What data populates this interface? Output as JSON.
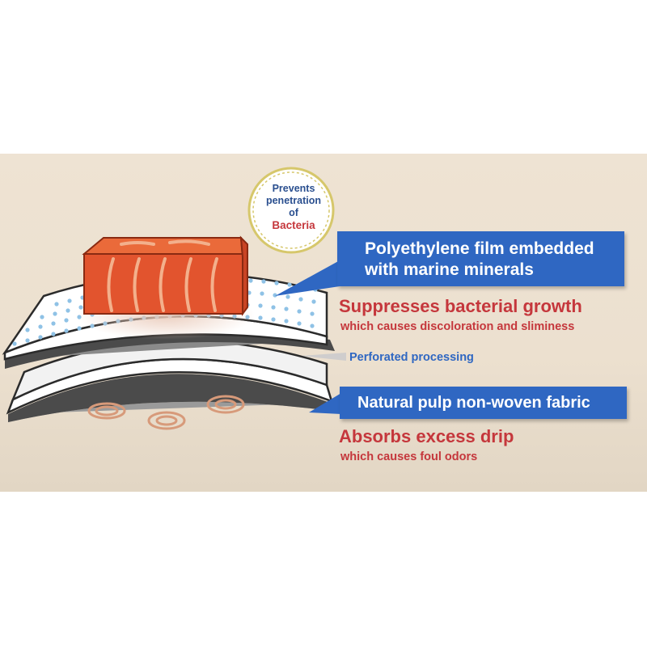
{
  "badge": {
    "line1": "Prevents",
    "line2": "penetration",
    "line3": "of",
    "line4": "Bacteria"
  },
  "film": {
    "callout_line1": "Polyethylene film embedded",
    "callout_line2": "with marine minerals",
    "headline": "Suppresses bacterial growth",
    "subline": "which causes discoloration and sliminess",
    "perforation_label": "Perforated processing"
  },
  "pulp": {
    "callout": "Natural pulp non-woven fabric",
    "headline": "Absorbs excess drip",
    "subline": "which causes foul odors"
  },
  "colors": {
    "callout_blue": "#2f67c2",
    "text_red": "#c5373c",
    "salmon": "#e2542e",
    "background": "#ece0cf"
  }
}
